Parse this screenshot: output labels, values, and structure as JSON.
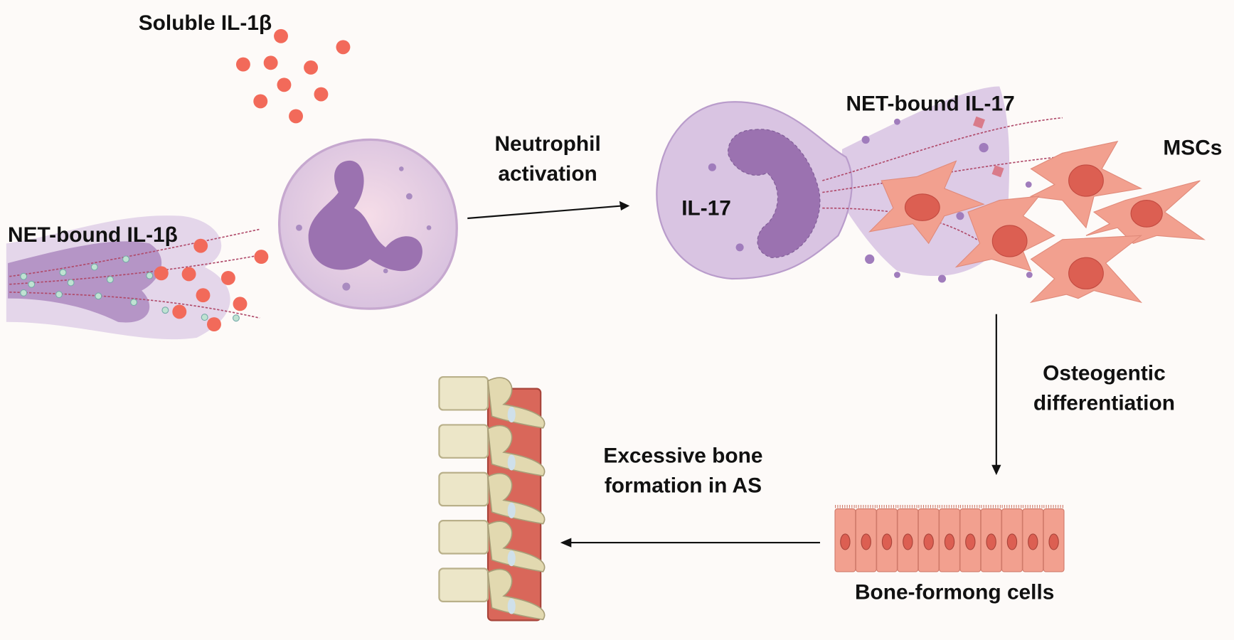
{
  "labels": {
    "soluble_il1b": "Soluble IL-1β",
    "net_bound_il1b": "NET-bound IL-1β",
    "neutrophil_activation_line1": "Neutrophil",
    "neutrophil_activation_line2": "activation",
    "il17": "IL-17",
    "net_bound_il17": "NET-bound IL-17",
    "mscs": "MSCs",
    "osteogenic_line1": "Osteogentic",
    "osteogenic_line2": "differentiation",
    "bone_forming_cells": "Bone-formong cells",
    "excessive_line1": "Excessive bone",
    "excessive_line2": "formation in AS"
  },
  "colors": {
    "background": "#fdfaf8",
    "cytokine": "#f26a5a",
    "net_lilac": "#d9c6e0",
    "nucleus_purple": "#9b72b0",
    "msc_salmon": "#f2a08f",
    "msc_nucleus": "#dc5f52",
    "bone": "#ece6c8",
    "spinal_cord": "#d9675a"
  }
}
